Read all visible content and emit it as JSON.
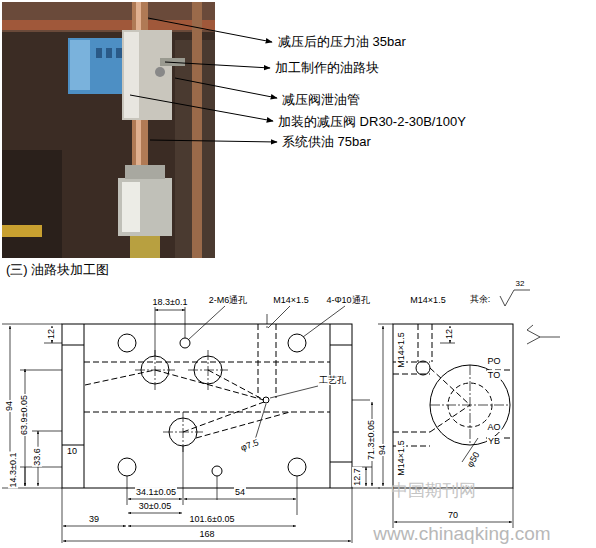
{
  "diagram": {
    "title": "(三) 油路块加工图",
    "labels": [
      "减压后的压力油 35bar",
      "加工制作的油路块",
      "减压阀泄油管",
      "加装的减压阀 DR30-2-30B/100Y",
      "系统供油 75bar",
      "18.3±0.1",
      "2-M6通孔",
      "M14×1.5",
      "4-Φ10通孔",
      "12",
      "94",
      "63.9±0.05",
      "33.6",
      "10",
      "14.3±0.1",
      "34.1±0.05",
      "54",
      "30±0.05",
      "101.6±0.05",
      "39",
      "168",
      "71.3±0.05",
      "12.7",
      "工艺孔",
      "φ7.5",
      "M14×1.5",
      "其余:",
      "32",
      "12",
      "M14×1.5",
      "M14×1.5",
      "PO",
      "TO",
      "AO",
      "YB",
      "φ50",
      "70",
      "94",
      "中国期刊网",
      "www.chinaqking.com"
    ]
  }
}
